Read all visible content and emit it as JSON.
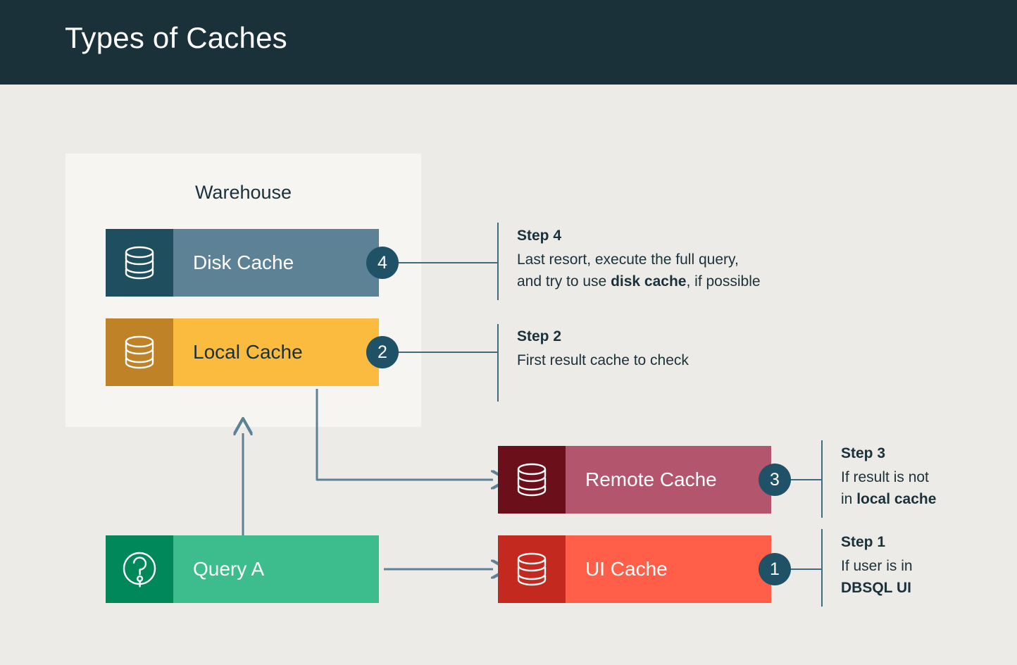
{
  "header": {
    "title": "Types of Caches"
  },
  "colors": {
    "page_background": "#edebe8",
    "header_background": "#1b3139",
    "panel_background": "#f7f5f2",
    "badge": "#1f5266",
    "arrow": "#5d8296",
    "text": "#1b3139",
    "disk_cache_icon": "#1f4e5f",
    "disk_cache_body": "#5d8296",
    "local_cache_icon": "#bf8226",
    "local_cache_body": "#fbbb3e",
    "remote_cache_icon": "#6b0f1a",
    "remote_cache_body": "#b3556d",
    "ui_cache_icon": "#c3291e",
    "ui_cache_body": "#ff5f48",
    "query_icon": "#00875a",
    "query_body": "#3dbd8e"
  },
  "warehouse": {
    "label": "Warehouse"
  },
  "nodes": {
    "disk_cache": {
      "label": "Disk Cache",
      "icon": "database-icon",
      "badge": "4"
    },
    "local_cache": {
      "label": "Local Cache",
      "icon": "database-icon",
      "badge": "2"
    },
    "remote_cache": {
      "label": "Remote Cache",
      "icon": "database-icon",
      "badge": "3"
    },
    "ui_cache": {
      "label": "UI Cache",
      "icon": "database-icon",
      "badge": "1"
    },
    "query": {
      "label": "Query A",
      "icon": "question-circle-icon"
    }
  },
  "steps": {
    "step4": {
      "title": "Step 4",
      "line1": "Last resort, execute the full query,",
      "line2_a": "and try to use ",
      "line2_b": "disk cache",
      "line2_c": ", if possible"
    },
    "step2": {
      "title": "Step 2",
      "line1": "First result cache to check"
    },
    "step3": {
      "title": "Step 3",
      "line1": "If result is not",
      "line2_a": "in ",
      "line2_b": "local cache"
    },
    "step1": {
      "title": "Step 1",
      "line1": "If user is in",
      "line2_b": "DBSQL UI"
    }
  }
}
